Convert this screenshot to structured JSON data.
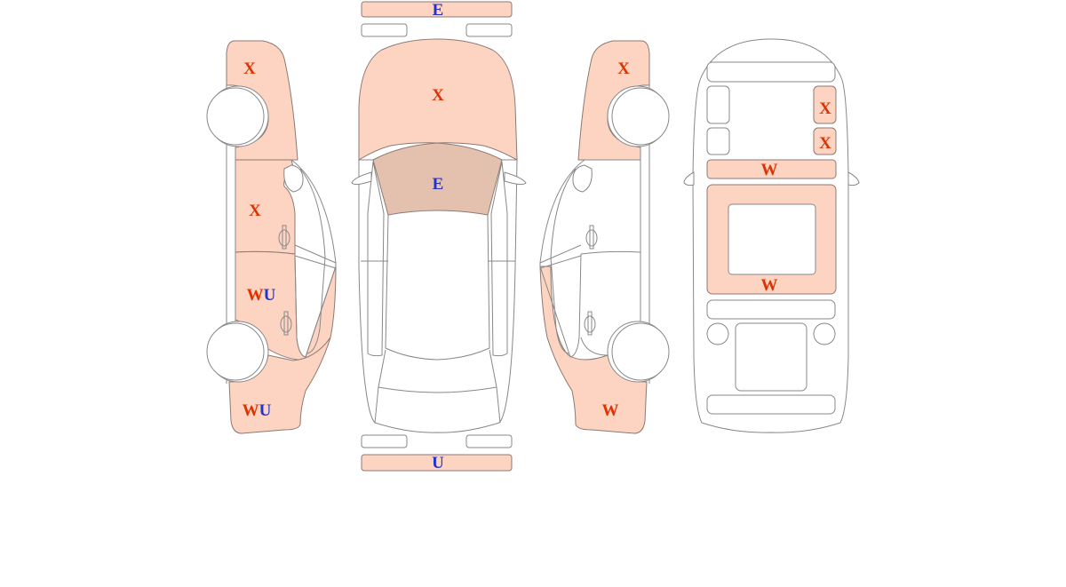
{
  "colors": {
    "damaged_fill": "#fdd3c2",
    "glass_damaged_fill": "#e4c1af",
    "outline": "#888888",
    "damaged_outline": "#8c7a72",
    "code_wx": "#dd3300",
    "code_eu": "#2233cc"
  },
  "views": {
    "left_side": {
      "front_fender": [
        "X"
      ],
      "front_door": [
        "X"
      ],
      "rear_door": [
        "W",
        "U"
      ],
      "rear_quarter": [
        "W",
        "U"
      ]
    },
    "top": {
      "front_bumper": [
        "E"
      ],
      "hood": [
        "X"
      ],
      "windshield": [
        "E"
      ],
      "rear_bumper": [
        "U"
      ]
    },
    "right_side": {
      "front_fender": [
        "X"
      ],
      "rear_quarter": [
        "W"
      ]
    },
    "interior": {
      "right_upper_panel_1": [
        "X"
      ],
      "right_upper_panel_2": [
        "X"
      ],
      "cross_panel": [
        "W"
      ],
      "floor_panel": [
        "W"
      ]
    }
  }
}
